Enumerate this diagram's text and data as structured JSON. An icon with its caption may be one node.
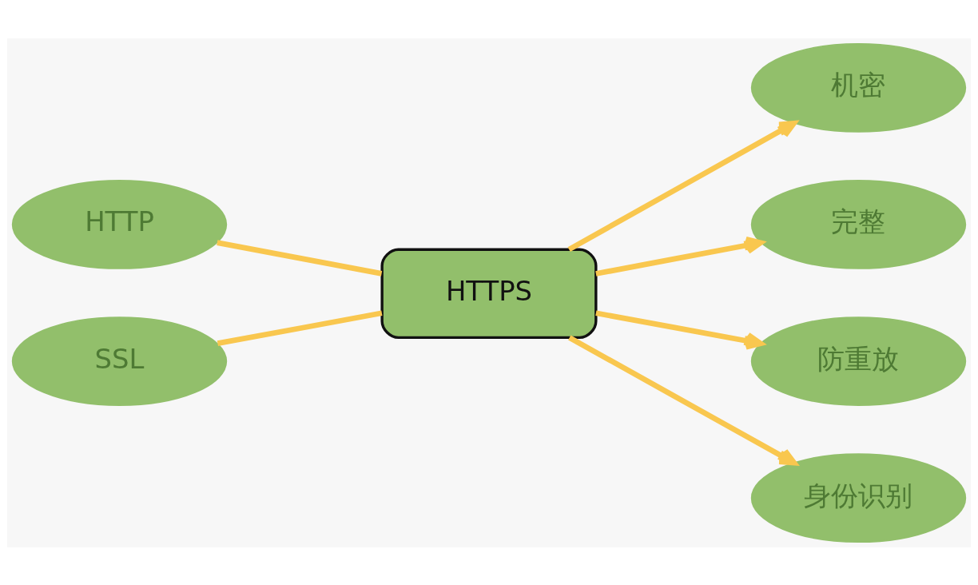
{
  "diagram": {
    "nodes": [
      {
        "text": [
          "HTTP"
        ]
      },
      {
        "text": [
          "SSL"
        ]
      },
      {
        "text": [
          "HTTPS"
        ]
      },
      {
        "text": [
          "机密"
        ]
      },
      {
        "text": [
          "完整"
        ]
      },
      {
        "text": [
          "防重放"
        ]
      },
      {
        "text": [
          "身份识别"
        ]
      }
    ],
    "edges": [
      {
        "from": 0,
        "to": 2,
        "arrow": "none"
      },
      {
        "from": 1,
        "to": 2,
        "arrow": "none"
      },
      {
        "from": 2,
        "to": 3,
        "arrow": "to"
      },
      {
        "from": 2,
        "to": 4,
        "arrow": "to"
      },
      {
        "from": 2,
        "to": 5,
        "arrow": "to"
      },
      {
        "from": 2,
        "to": 6,
        "arrow": "to"
      }
    ]
  }
}
